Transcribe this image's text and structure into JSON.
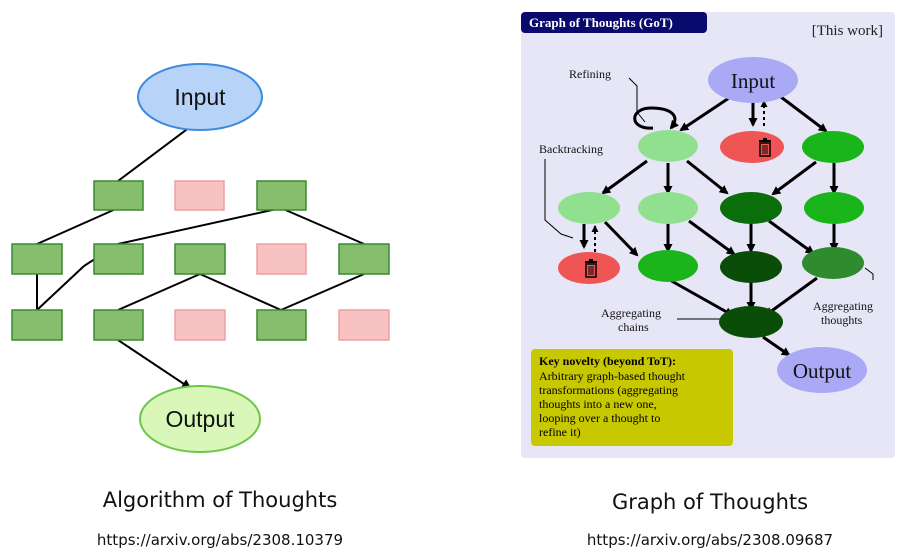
{
  "left_diagram": {
    "input_label": "Input",
    "output_label": "Output",
    "colors": {
      "input_fill": "#b7d3f7",
      "input_stroke": "#3d8be0",
      "output_fill": "#d8f7b8",
      "output_stroke": "#6cc64a",
      "kept_fill": "#86be6e",
      "kept_stroke": "#3b8a34",
      "pruned_fill": "#f8c2c2",
      "pruned_stroke": "#eba0a0"
    }
  },
  "left_caption": {
    "title": "Algorithm of Thoughts",
    "link": "https://arxiv.org/abs/2308.10379"
  },
  "right_diagram": {
    "header": "Graph of Thoughts (GoT)",
    "tag": "[This work]",
    "input_label": "Input",
    "output_label": "Output",
    "annotations": {
      "refining": "Refining",
      "backtracking": "Backtracking",
      "aggregating_chains": [
        "Aggregating",
        "chains"
      ],
      "aggregating_thoughts": [
        "Aggregating",
        "thoughts"
      ]
    },
    "novelty_title": "Key novelty (beyond ToT):",
    "novelty_lines": [
      "Arbitrary graph-based thought",
      "transformations (aggregating",
      "thoughts into a new one,",
      "looping over a thought to",
      "refine it)"
    ],
    "colors": {
      "panel_bg": "#e6e6f7",
      "header_bg": "#0a0a6e",
      "io_fill": "#a9a9f5",
      "light_green": "#90e090",
      "mid_green": "#1ab51a",
      "dark_green": "#0a6e0a",
      "darkest_green": "#094d09",
      "olive_green": "#2e8b2e",
      "discard_red": "#f05555",
      "novelty_bg": "#c8c800"
    }
  },
  "right_caption": {
    "title": "Graph of Thoughts",
    "link": "https://arxiv.org/abs/2308.09687"
  }
}
